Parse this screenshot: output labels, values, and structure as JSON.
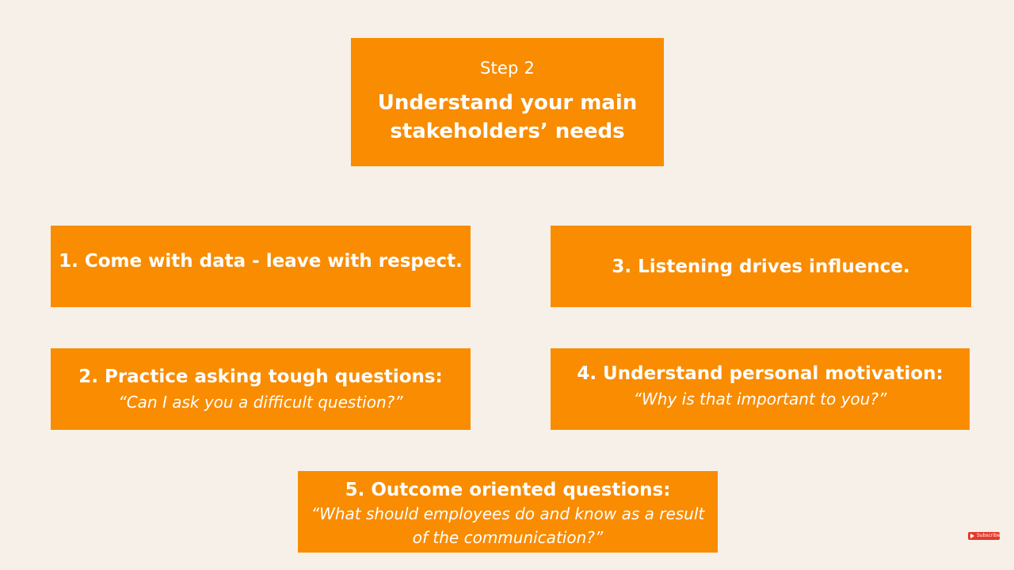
{
  "header": {
    "step": "Step 2",
    "title": "Understand your main stakeholders’ needs"
  },
  "items": [
    {
      "title": "1. Come with data - leave with respect.",
      "quote": ""
    },
    {
      "title": "2. Practice asking tough questions:",
      "quote": "“Can I ask you a difficult question?”"
    },
    {
      "title": "3. Listening drives influence.",
      "quote": ""
    },
    {
      "title": "4. Understand personal motivation:",
      "quote": "“Why is that important to you?”"
    },
    {
      "title": "5. Outcome oriented questions:",
      "quote": "“What should employees do and know as a result of the communication?”"
    }
  ],
  "overlay": {
    "subscribe_label": "Subscribe",
    "icon": "play-icon"
  },
  "colors": {
    "box": "#f98c00",
    "background": "#f6f0e8",
    "text": "#ffffff"
  }
}
